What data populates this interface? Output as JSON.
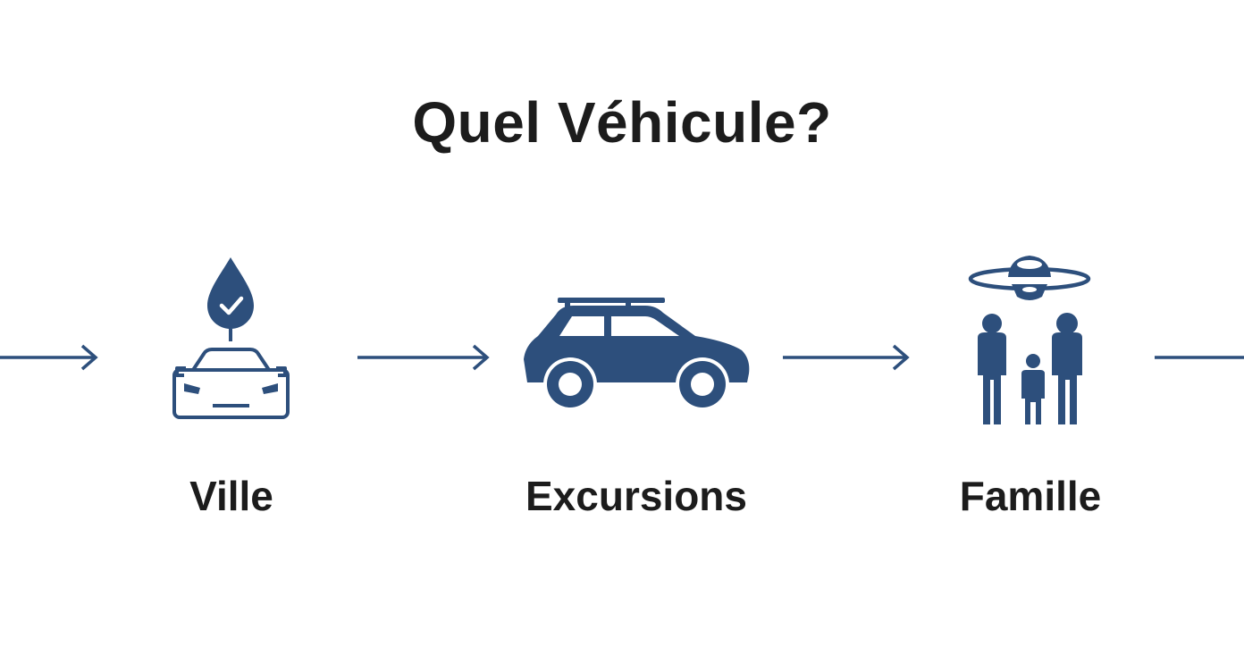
{
  "title": "Quel Véhicule?",
  "accent_color": "#2d4f7c",
  "text_color": "#1c1c1c",
  "steps": [
    {
      "label": "Ville",
      "icon": "eco-car-drop-icon"
    },
    {
      "label": "Excursions",
      "icon": "suv-icon"
    },
    {
      "label": "Famille",
      "icon": "family-ufo-icon"
    }
  ]
}
